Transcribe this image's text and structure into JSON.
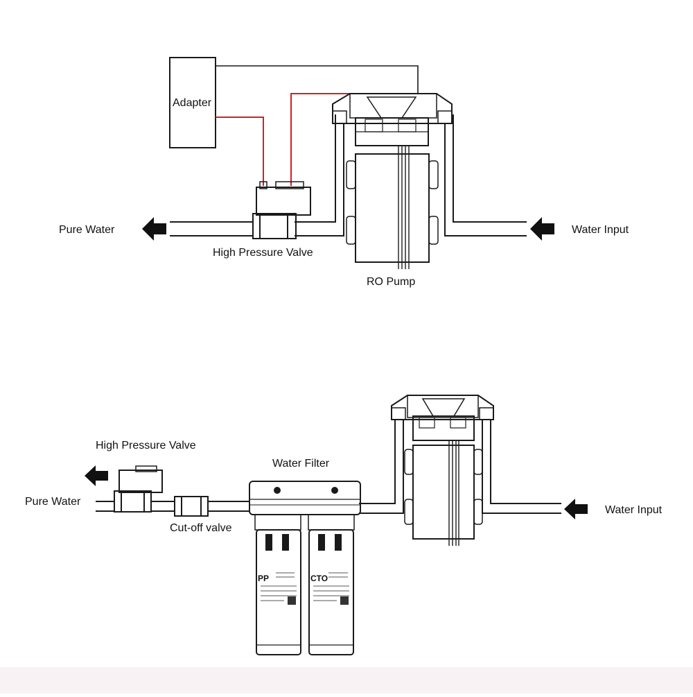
{
  "colors": {
    "line": "#1a1a1a",
    "wire": "#d42020",
    "arrow": "#111111",
    "band": "#f9f2f4"
  },
  "top_diagram": {
    "adapter": "Adapter",
    "pure_water": "Pure Water",
    "water_input": "Water Input",
    "valve": "High Pressure Valve",
    "pump": "RO Pump"
  },
  "bottom_diagram": {
    "valve": "High Pressure Valve",
    "pure_water": "Pure Water",
    "cutoff": "Cut-off valve",
    "filter": "Water Filter",
    "water_input": "Water Input",
    "cartridge_1": "PP",
    "cartridge_2": "CTO"
  },
  "icons": [
    "left-arrow-icon",
    "pump-icon",
    "valve-icon",
    "filter-icon"
  ]
}
